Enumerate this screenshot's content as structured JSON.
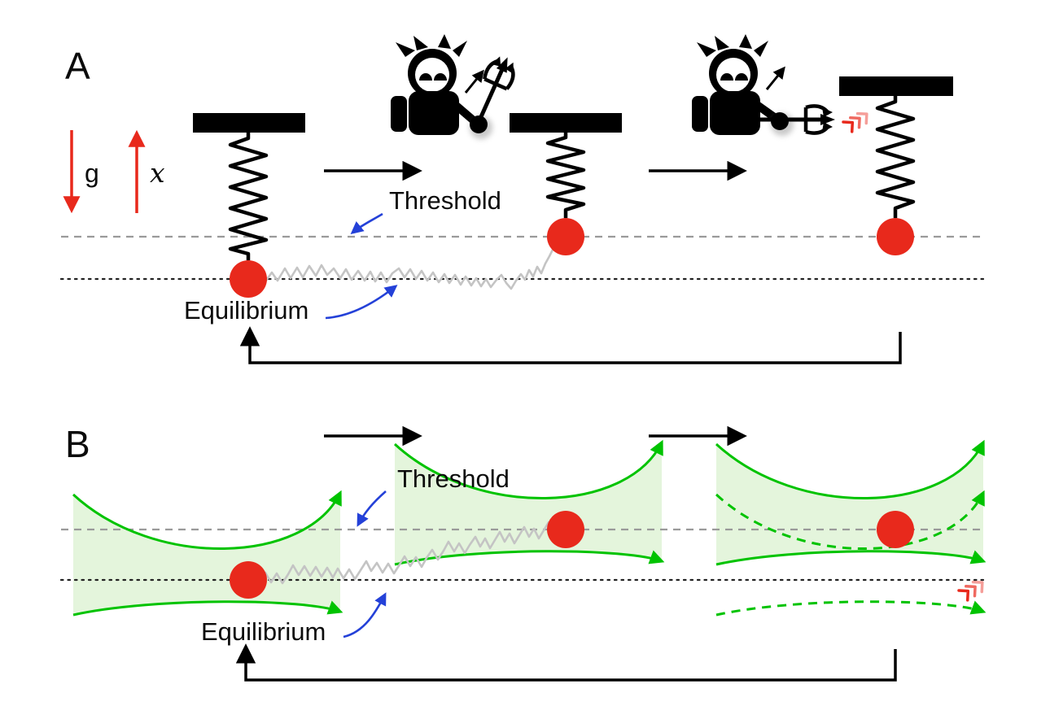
{
  "panel_a": {
    "label": "A",
    "gravity_arrow_label": "g",
    "position_axis_label": "x",
    "threshold_label": "Threshold",
    "equilibrium_label": "Equilibrium"
  },
  "panel_b": {
    "label": "B",
    "threshold_label": "Threshold",
    "equilibrium_label": "Equilibrium"
  },
  "colors": {
    "particle_red": "#e8291c",
    "trap_green": "#00c300",
    "trap_fill_green": "#e4f5dc",
    "annotation_blue": "#2441d8",
    "threshold_gray": "#9a9a9a",
    "equilibrium_black": "#222222",
    "trajectory_gray": "#c4c4c4",
    "demon_black": "#000000"
  },
  "icons": {
    "demon": "demon-icon",
    "trident": "trident-icon",
    "spring": "spring-icon",
    "heat": "heat-icon",
    "particle": "particle-icon",
    "optical_trap": "optical-trap-icon"
  }
}
